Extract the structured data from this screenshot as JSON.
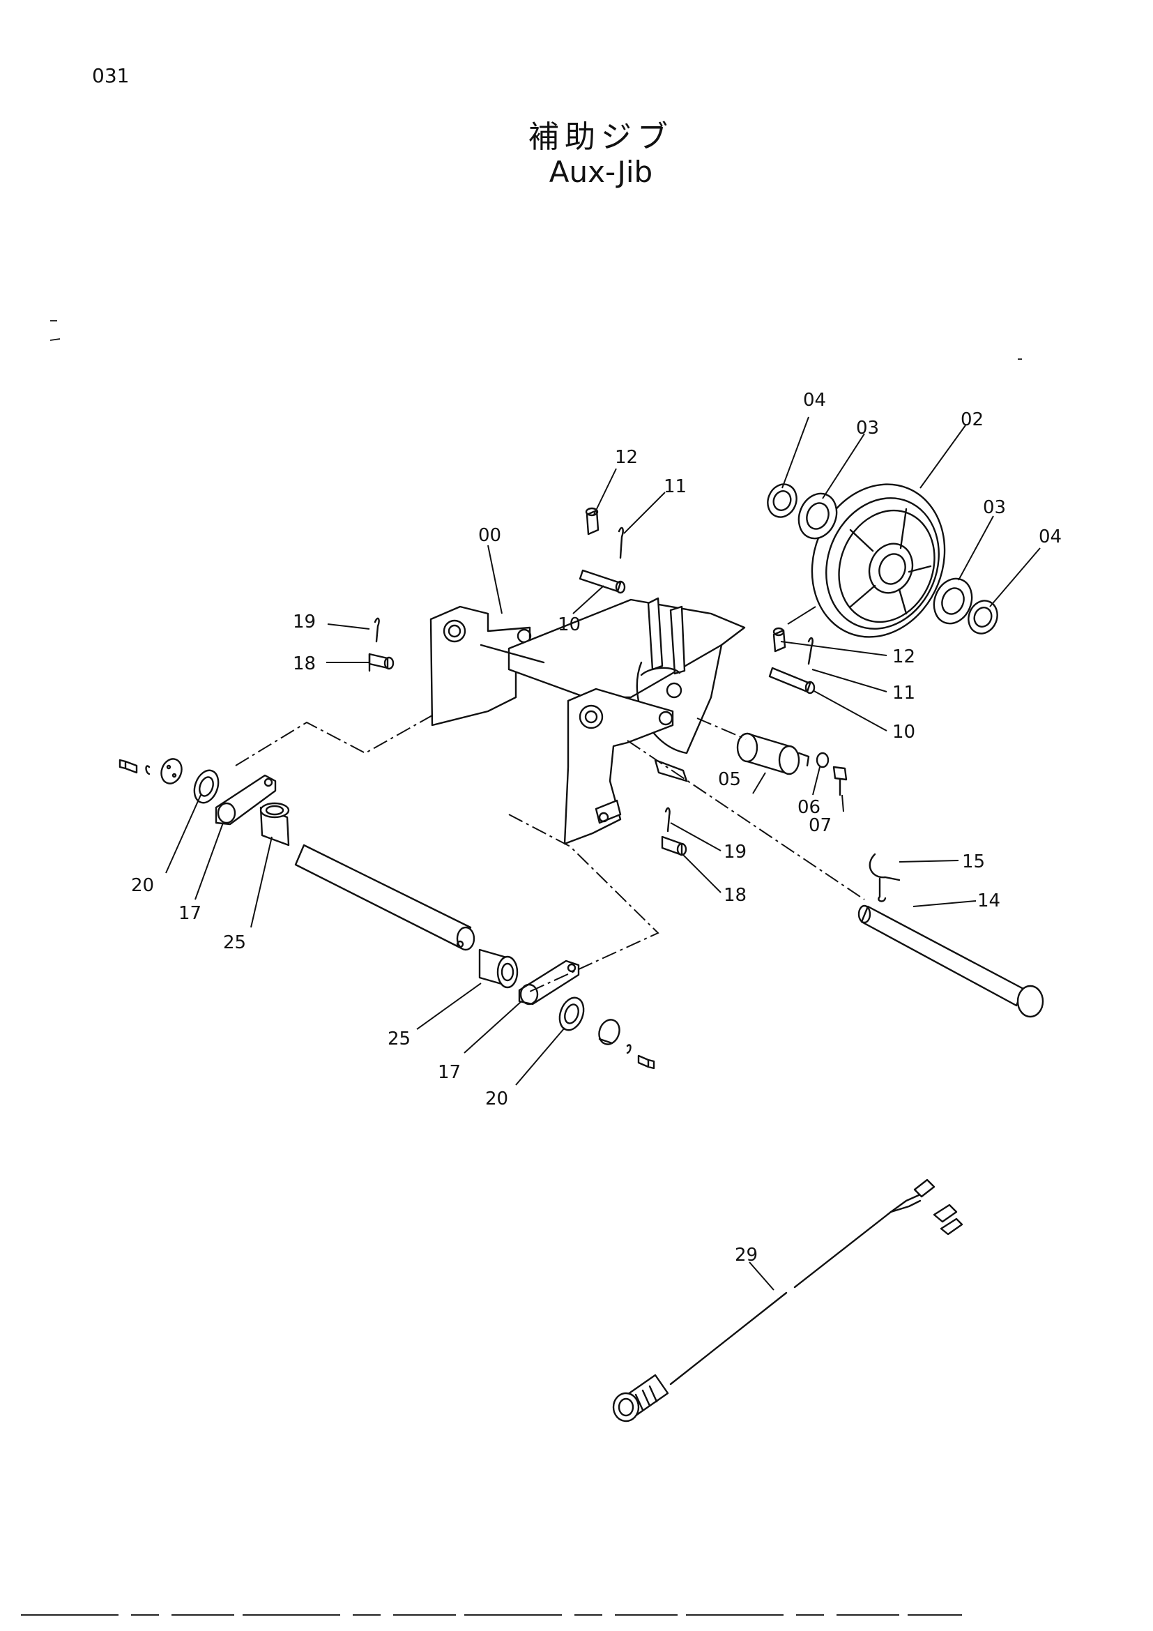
{
  "page_number": "031",
  "title_jp": "補助ジブ",
  "title_en": "Aux-Jib",
  "callouts": {
    "c00": "00",
    "c02": "02",
    "c03a": "03",
    "c03b": "03",
    "c04a": "04",
    "c04b": "04",
    "c05": "05",
    "c06": "06",
    "c07": "07",
    "c10a": "10",
    "c10b": "10",
    "c11a": "11",
    "c11b": "11",
    "c12a": "12",
    "c12b": "12",
    "c14": "14",
    "c15": "15",
    "c17a": "17",
    "c17b": "17",
    "c18a": "18",
    "c18b": "18",
    "c19a": "19",
    "c19b": "19",
    "c20a": "20",
    "c20b": "20",
    "c25a": "25",
    "c25b": "25",
    "c29": "29"
  }
}
